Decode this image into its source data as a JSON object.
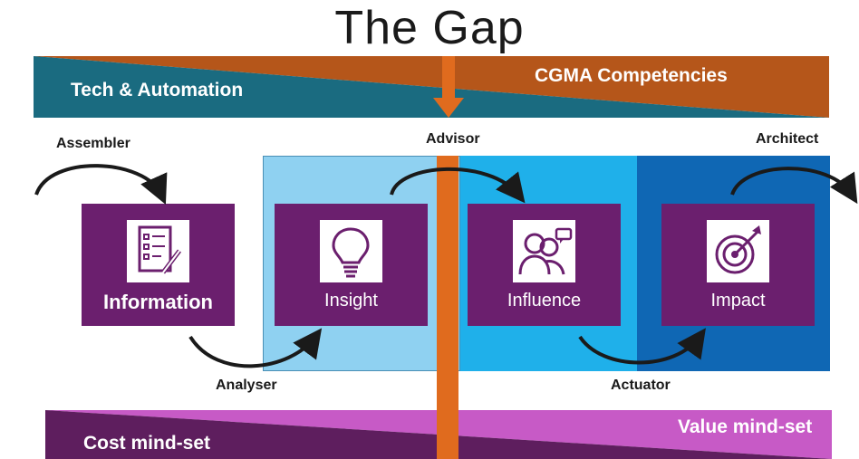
{
  "title": "The Gap",
  "top_band": {
    "left_label": "Tech & Automation",
    "right_label": "CGMA Competencies"
  },
  "bottom_band": {
    "left_label": "Cost mind-set",
    "right_label": "Value mind-set"
  },
  "roles": {
    "assembler": "Assembler",
    "analyser": "Analyser",
    "advisor": "Advisor",
    "actuator": "Actuator",
    "architect": "Architect"
  },
  "cards": [
    {
      "label": "Information",
      "icon": "checklist-pencil-icon"
    },
    {
      "label": "Insight",
      "icon": "lightbulb-icon"
    },
    {
      "label": "Influence",
      "icon": "people-speech-icon"
    },
    {
      "label": "Impact",
      "icon": "target-arrow-icon"
    }
  ],
  "colors": {
    "teal": "#1a6b80",
    "orange": "#b5561a",
    "purple": "#6b1f6e",
    "magenta": "#c75ac6",
    "light_blue": "#8fd1f1",
    "mid_blue": "#1fb0ea",
    "dark_blue": "#0f67b4",
    "gap_bar": "#e06b1e"
  }
}
